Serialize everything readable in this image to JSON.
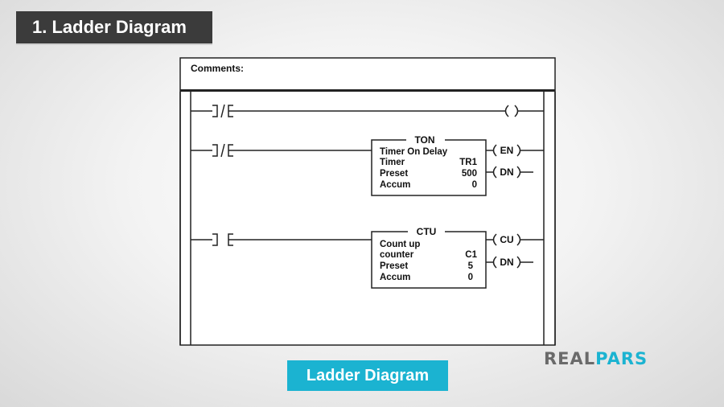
{
  "header": {
    "title": "1. Ladder Diagram"
  },
  "diagram": {
    "comments_label": "Comments:",
    "rung1": {
      "contact": "normally-closed",
      "output": "coil"
    },
    "timer_block": {
      "title": "TON",
      "line1": "Timer On Delay",
      "timer_label": "Timer",
      "timer_value": "TR1",
      "preset_label": "Preset",
      "preset_value": "500",
      "accum_label": "Accum",
      "accum_value": "0",
      "out_top": "EN",
      "out_bottom": "DN"
    },
    "counter_block": {
      "title": "CTU",
      "line1": "Count up",
      "counter_label": "counter",
      "counter_value": "C1",
      "preset_label": "Preset",
      "preset_value": "5",
      "accum_label": "Accum",
      "accum_value": "0",
      "out_top": "CU",
      "out_bottom": "DN"
    }
  },
  "caption": {
    "label": "Ladder Diagram"
  },
  "brand": {
    "part1": "REAL",
    "part2": "PARS",
    "color_primary": "#6a6a6a",
    "color_accent": "#1bb3d1"
  }
}
